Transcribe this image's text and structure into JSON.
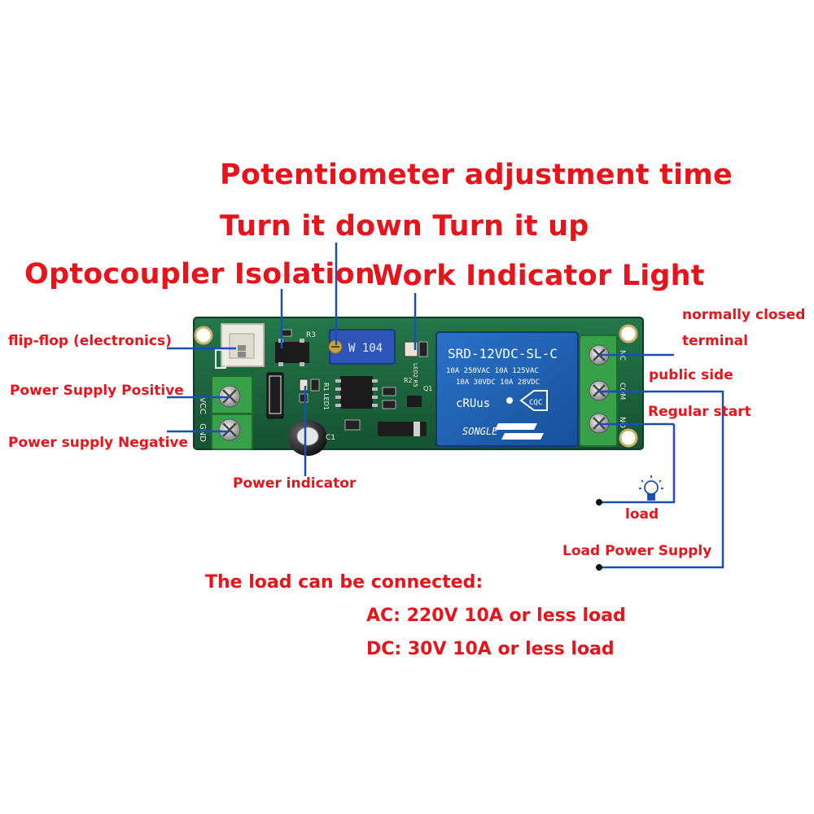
{
  "title": "Potentiometer adjustment time",
  "subtitle": "Turn it down Turn it up",
  "callouts": {
    "optocoupler": "Optocoupler Isolation",
    "work_indicator": "Work Indicator Light",
    "flip_flop": "flip-flop (electronics)",
    "power_positive": "Power Supply Positive",
    "power_negative": "Power supply Negative",
    "power_indicator": "Power indicator",
    "normally_closed": "normally closed",
    "terminal": "terminal",
    "public_side": "public side",
    "regular_start": "Regular start",
    "load": "load",
    "load_power_supply": "Load Power Supply"
  },
  "notes": {
    "heading": "The load can be connected:",
    "ac": "AC: 220V 10A or less load",
    "dc": "DC: 30V 10A or less load"
  },
  "board": {
    "silk_vcc": "VCC",
    "silk_gnd": "GND",
    "silk_r3": "R3",
    "silk_led1": "R1 LED1",
    "silk_led2": "LED2 R5",
    "silk_r2": "R2",
    "silk_q1": "Q1",
    "silk_c1": "C1",
    "silk_nc": "NC",
    "silk_com": "COM",
    "silk_no": "NO",
    "pot_marking": "W 104",
    "relay_model": "SRD-12VDC-SL-C",
    "relay_line1": "10A 250VAC   10A 125VAC",
    "relay_line2": "10A 30VDC   10A 28VDC",
    "relay_brand": "SONGLE",
    "relay_cert": "cRUus",
    "relay_cqc": "CQC"
  },
  "colors": {
    "label_red": "#e8141b",
    "leader_blue": "#1a4fb5",
    "pcb_green": "#1f6b3e",
    "terminal_green": "#3aa04a",
    "relay_blue": "#1f63b8"
  },
  "icons": [
    "light-bulb-icon",
    "screw-terminal-icon"
  ]
}
